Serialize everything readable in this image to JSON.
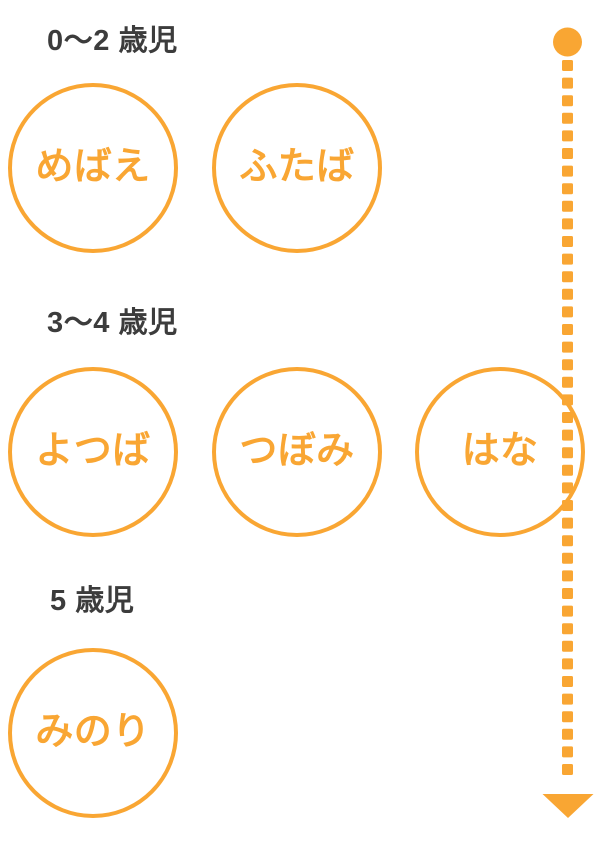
{
  "theme": {
    "accent_color": "#f9a633",
    "heading_color": "#3c3c3c",
    "background_color": "#ffffff"
  },
  "diagram": {
    "title_groups": [
      {
        "heading": "0〜2 歳児",
        "classes": [
          {
            "name": "めばえ"
          },
          {
            "name": "ふたば"
          }
        ]
      },
      {
        "heading": "3〜4 歳児",
        "classes": [
          {
            "name": "よつば"
          },
          {
            "name": "つぼみ"
          },
          {
            "name": "はな"
          }
        ]
      },
      {
        "heading": "5 歳児",
        "classes": [
          {
            "name": "みのり"
          }
        ]
      }
    ],
    "timeline": {
      "label": "progression-arrow",
      "start_marker": "filled-circle",
      "line_style": "dotted",
      "end_marker": "down-triangle-arrowhead",
      "color": "#f9a633",
      "dot_count": 41
    }
  }
}
